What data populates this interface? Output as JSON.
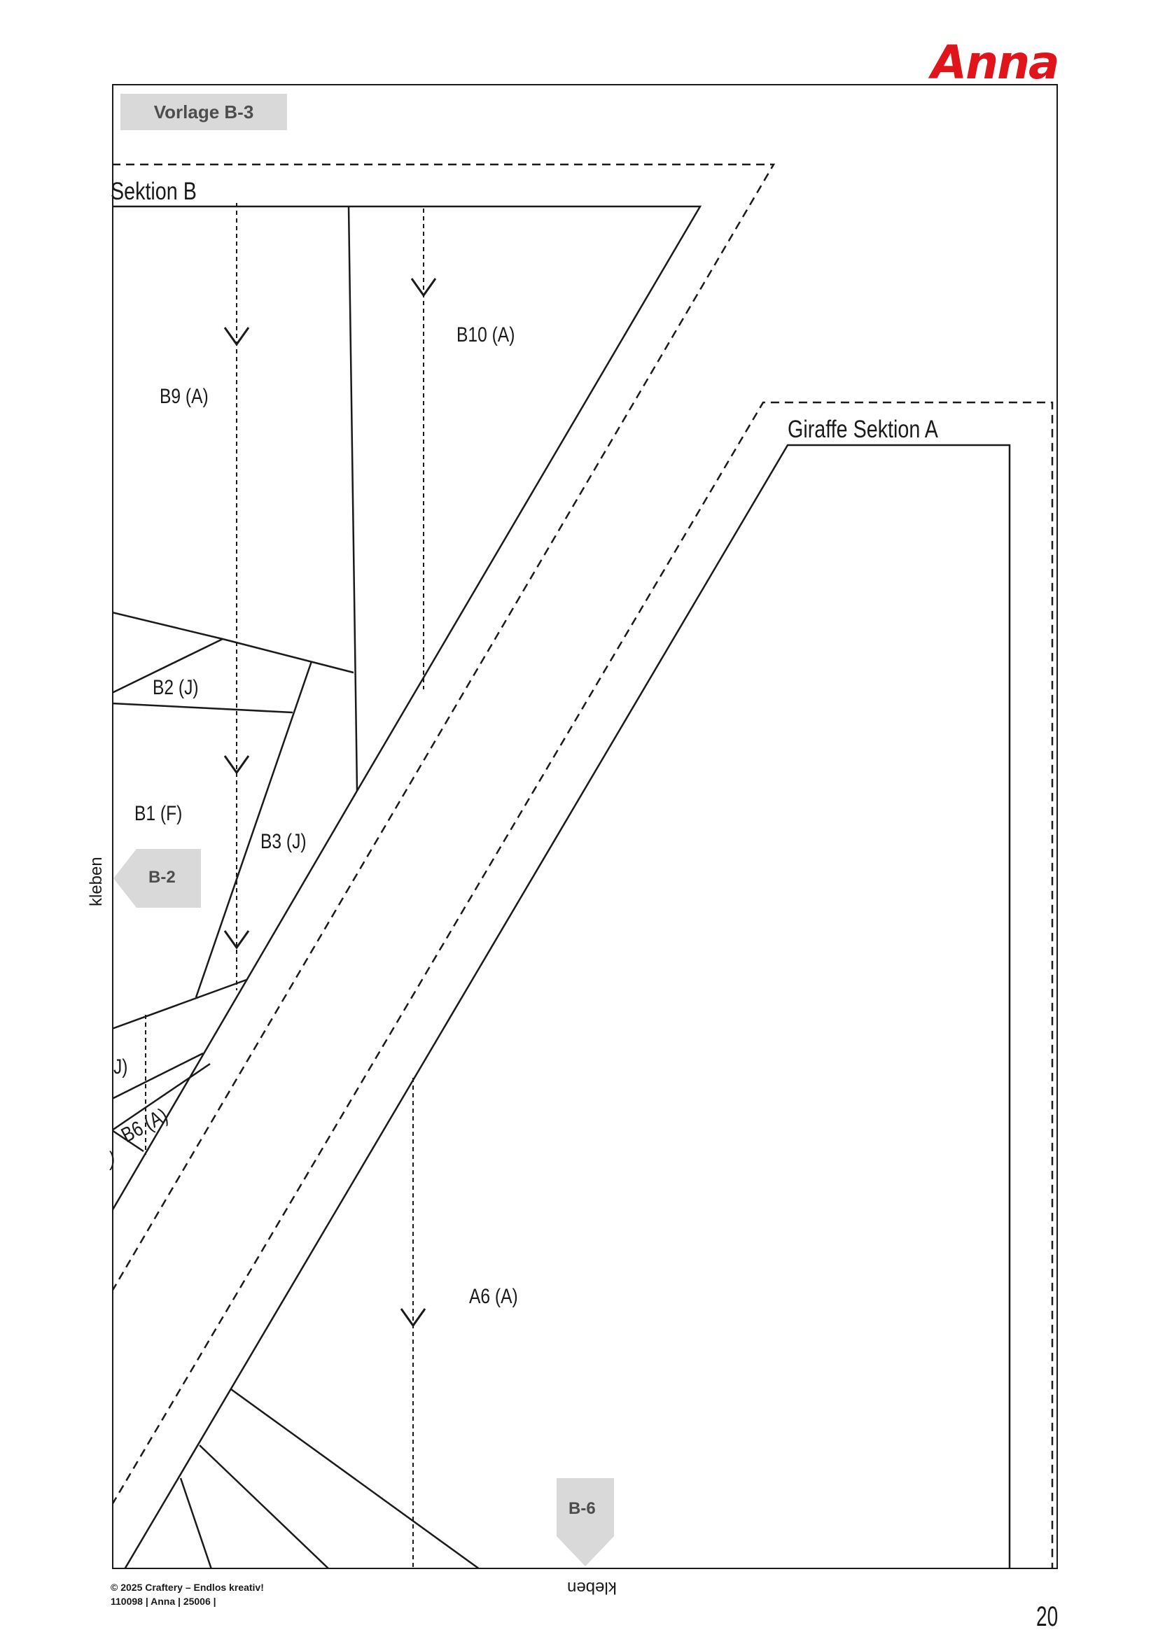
{
  "brand": {
    "logo_text": "Anna",
    "accent_color": "#e0141b"
  },
  "template": {
    "label": "Vorlage B-3"
  },
  "sections": {
    "sektion_b": "Sektion B",
    "giraffe_sektion_a": "Giraffe Sektion A"
  },
  "pieces": {
    "b10": "B10  (A)",
    "b9": "B9  (A)",
    "b2": "B2  (J)",
    "b1": "B1  (F)",
    "b3": "B3  (J)",
    "b6": "B6  (A)",
    "a6": "A6  (A)",
    "partial_j": "J)",
    "partial_paren": ")"
  },
  "tabs": {
    "left": "B-2",
    "bottom": "B-6"
  },
  "glue": {
    "side": "kleben",
    "bottom": "kleben"
  },
  "footer": {
    "line1": "© 2025 Craftery – Endlos kreativ!",
    "line2": "110098 | Anna | 25006 |"
  },
  "page_number": "20"
}
